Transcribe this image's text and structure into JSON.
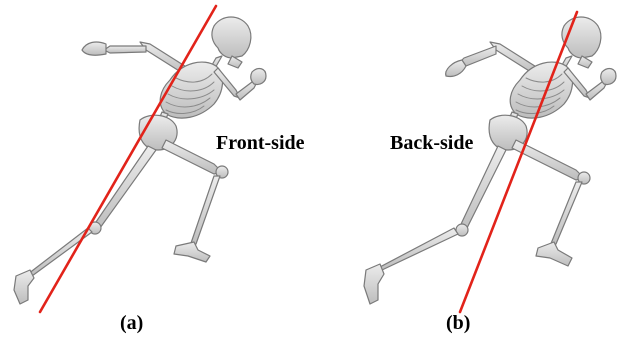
{
  "panels": [
    {
      "caption": "(a)",
      "side_label": "Front-side",
      "trunk_line_color": "#e2231a"
    },
    {
      "caption": "(b)",
      "side_label": "Back-side",
      "trunk_line_color": "#e2231a"
    }
  ],
  "colors": {
    "bone_fill": "#d2d2d2",
    "bone_stroke": "#7a7a7a",
    "background": "#ffffff"
  }
}
